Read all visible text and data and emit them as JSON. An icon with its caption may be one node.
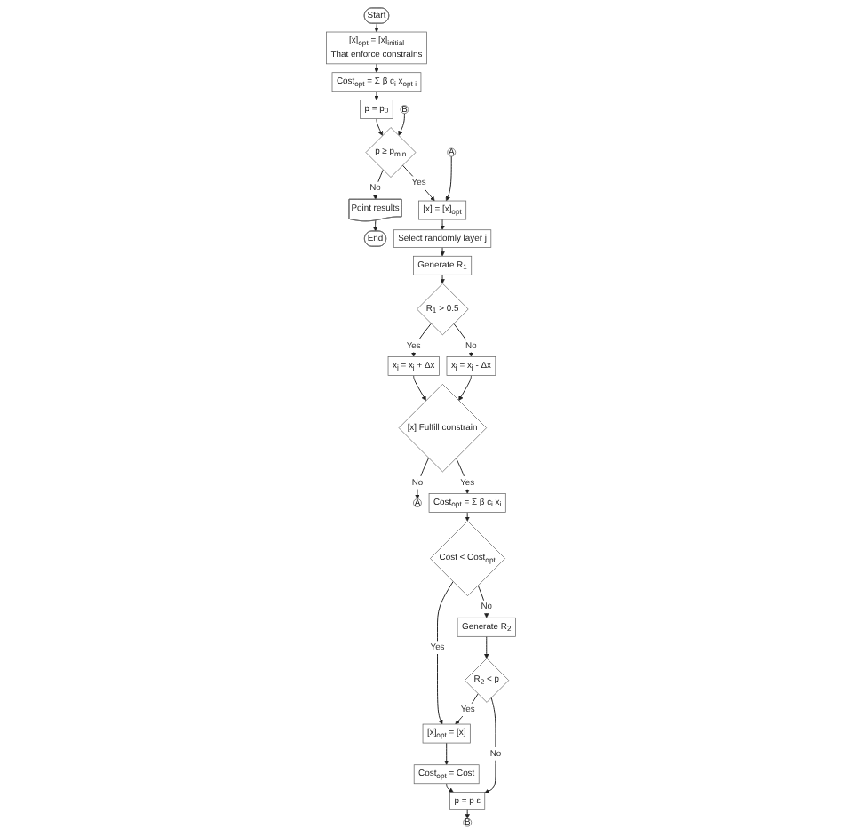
{
  "diagram": {
    "nodes": [
      {
        "text": [
          "Start"
        ]
      },
      {
        "text": [
          "[x]$_{opt}$ = [x]$_{initial}$",
          "That enforce constrains"
        ]
      },
      {
        "text": [
          "Cost$_{opt}$ = Σ β c$_{i}$ x$_{opt i}$"
        ]
      },
      {
        "text": [
          "p = p$_{0}$"
        ]
      },
      {
        "text": [
          "B"
        ]
      },
      {
        "text": [
          "p ≥ p$_{min}$"
        ]
      },
      {
        "text": [
          "Point results"
        ]
      },
      {
        "text": [
          "End"
        ]
      },
      {
        "text": [
          "A"
        ]
      },
      {
        "text": [
          "[x] = [x]$_{opt}$"
        ]
      },
      {
        "text": [
          "Select randomly layer j"
        ]
      },
      {
        "text": [
          "Generate R$_{1}$"
        ]
      },
      {
        "text": [
          "R$_{1}$ > 0.5"
        ]
      },
      {
        "text": [
          "x$_{j}$ = x$_{j}$ + Δx"
        ]
      },
      {
        "text": [
          "x$_{j}$ = x$_{j}$ - Δx"
        ]
      },
      {
        "text": [
          "[x] Fulfill constrain"
        ]
      },
      {
        "text": [
          "A"
        ]
      },
      {
        "text": [
          "Cost$_{opt}$ = Σ β c$_{i}$ x$_{i}$"
        ]
      },
      {
        "text": [
          "Cost < Cost$_{opt}$"
        ]
      },
      {
        "text": [
          "Generate R$_{2}$"
        ]
      },
      {
        "text": [
          "R$_{2}$ < p"
        ]
      },
      {
        "text": [
          "[x]$_{opt}$ = [x]"
        ]
      },
      {
        "text": [
          "Cost$_{opt}$ = Cost"
        ]
      },
      {
        "text": [
          "p = p ε"
        ]
      },
      {
        "text": [
          "B"
        ]
      }
    ],
    "edges": [
      {
        "from": 0,
        "to": 1,
        "arrow": "to"
      },
      {
        "from": 1,
        "to": 2,
        "arrow": "to"
      },
      {
        "from": 2,
        "to": 3,
        "arrow": "to"
      },
      {
        "from": 3,
        "to": 5,
        "arrow": "to"
      },
      {
        "from": 4,
        "to": 5,
        "arrow": "to"
      },
      {
        "from": 5,
        "to": 6,
        "arrow": "to",
        "label": "No"
      },
      {
        "from": 6,
        "to": 7,
        "arrow": "to"
      },
      {
        "from": 5,
        "to": 9,
        "arrow": "to",
        "label": "Yes"
      },
      {
        "from": 8,
        "to": 9,
        "arrow": "to"
      },
      {
        "from": 9,
        "to": 10,
        "arrow": "to"
      },
      {
        "from": 10,
        "to": 11,
        "arrow": "to"
      },
      {
        "from": 11,
        "to": 12,
        "arrow": "to"
      },
      {
        "from": 12,
        "to": 13,
        "arrow": "to",
        "label": "Yes"
      },
      {
        "from": 12,
        "to": 14,
        "arrow": "to",
        "label": "No"
      },
      {
        "from": 13,
        "to": 15,
        "arrow": "to"
      },
      {
        "from": 14,
        "to": 15,
        "arrow": "to"
      },
      {
        "from": 15,
        "to": 16,
        "arrow": "to",
        "label": "No"
      },
      {
        "from": 15,
        "to": 17,
        "arrow": "to",
        "label": "Yes"
      },
      {
        "from": 17,
        "to": 18,
        "arrow": "to"
      },
      {
        "from": 18,
        "to": 21,
        "arrow": "to",
        "label": "Yes"
      },
      {
        "from": 18,
        "to": 19,
        "arrow": "to",
        "label": "No"
      },
      {
        "from": 19,
        "to": 20,
        "arrow": "to"
      },
      {
        "from": 20,
        "to": 21,
        "arrow": "to",
        "label": "Yes"
      },
      {
        "from": 20,
        "to": 23,
        "arrow": "to",
        "label": "No"
      },
      {
        "from": 21,
        "to": 22,
        "arrow": "to"
      },
      {
        "from": 22,
        "to": 23,
        "arrow": "to"
      },
      {
        "from": 23,
        "to": 24,
        "arrow": "to"
      }
    ]
  }
}
